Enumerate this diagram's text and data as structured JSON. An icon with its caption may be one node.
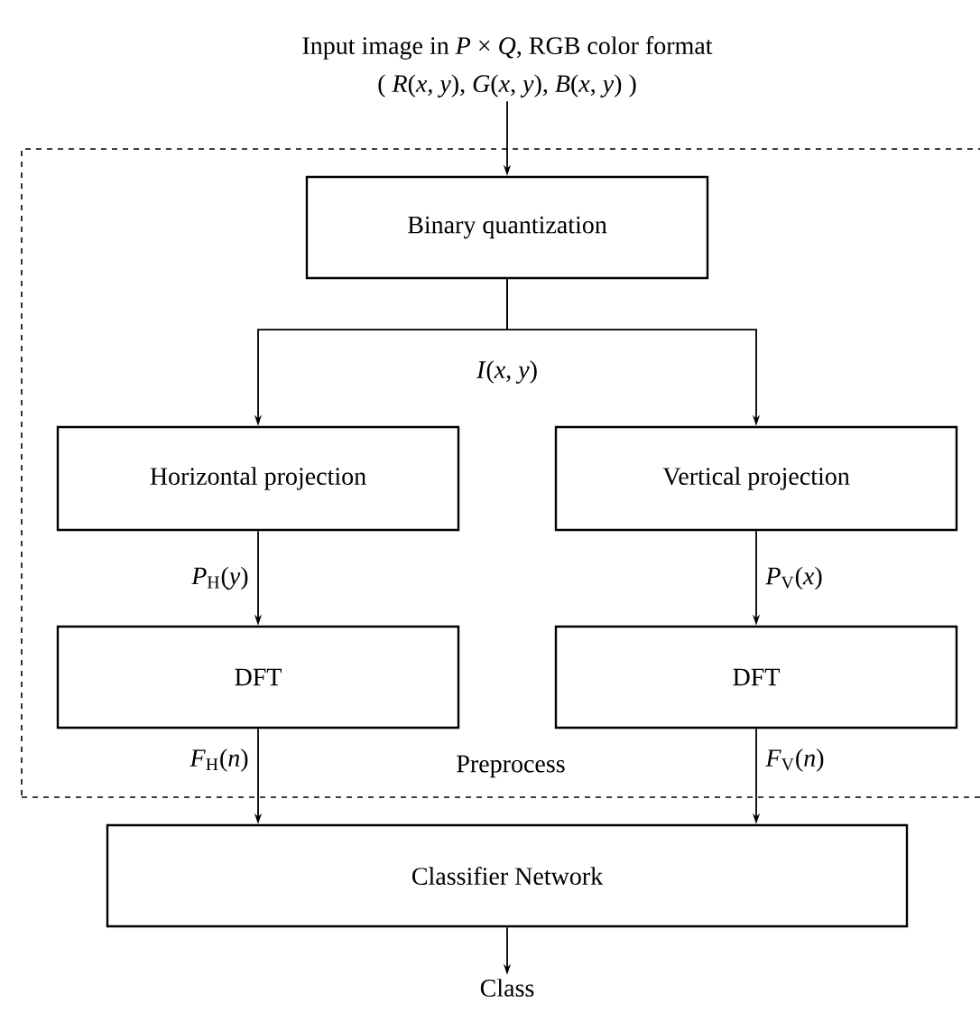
{
  "diagram": {
    "nodes": [
      {
        "text": [
          "Input image in *P* × *Q*, RGB color format",
          "( *R*(*x*, *y*), *G*(*x*, *y*), *B*(*x*, *y*) )"
        ]
      },
      {
        "text": [
          "Preprocess"
        ]
      },
      {
        "text": [
          "Binary quantization"
        ],
        "in": 1
      },
      {
        "text": [
          "Horizontal projection"
        ],
        "in": 1
      },
      {
        "text": [
          "Vertical projection"
        ],
        "in": 1
      },
      {
        "text": [
          "DFT"
        ],
        "in": 1
      },
      {
        "text": [
          "DFT"
        ],
        "in": 1
      },
      {
        "text": [
          "Classifier Network"
        ]
      },
      {
        "text": [
          "Class"
        ]
      }
    ],
    "edges": [
      {
        "from": 0,
        "to": 2,
        "arrow": "to"
      },
      {
        "from": 2,
        "to": 3,
        "arrow": "to",
        "label": "*I*(*x*, *y*)"
      },
      {
        "from": 2,
        "to": 4,
        "arrow": "to"
      },
      {
        "from": 3,
        "to": 5,
        "arrow": "to",
        "label": "*P*$_{H}$(*y*)"
      },
      {
        "from": 4,
        "to": 6,
        "arrow": "to",
        "label": "*P*$_{V}$(*x*)"
      },
      {
        "from": 5,
        "to": 7,
        "arrow": "to",
        "label": "*F*$_{H}$(*n*)"
      },
      {
        "from": 6,
        "to": 7,
        "arrow": "to",
        "label": "*F*$_{V}$(*n*)"
      },
      {
        "from": 7,
        "to": 8,
        "arrow": "to"
      }
    ]
  }
}
